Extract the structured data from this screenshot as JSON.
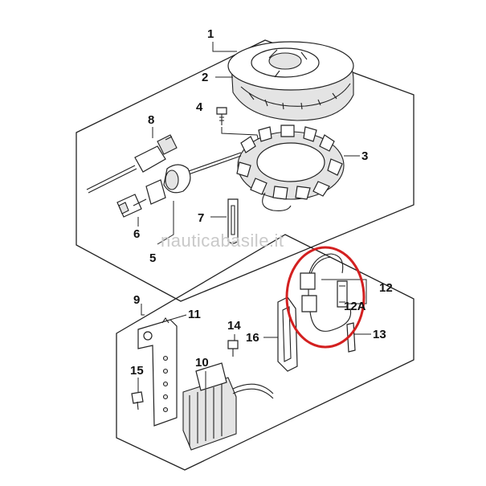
{
  "diagram": {
    "callouts": {
      "c1": "1",
      "c2": "2",
      "c3": "3",
      "c4": "4",
      "c5": "5",
      "c6": "6",
      "c7": "7",
      "c8": "8",
      "c9": "9",
      "c10": "10",
      "c11": "11",
      "c12": "12",
      "c12a": "12A",
      "c13": "13",
      "c14": "14",
      "c15": "15",
      "c16": "16"
    },
    "watermark": "nauticabasile.it",
    "highlight_color": "#d32020"
  }
}
